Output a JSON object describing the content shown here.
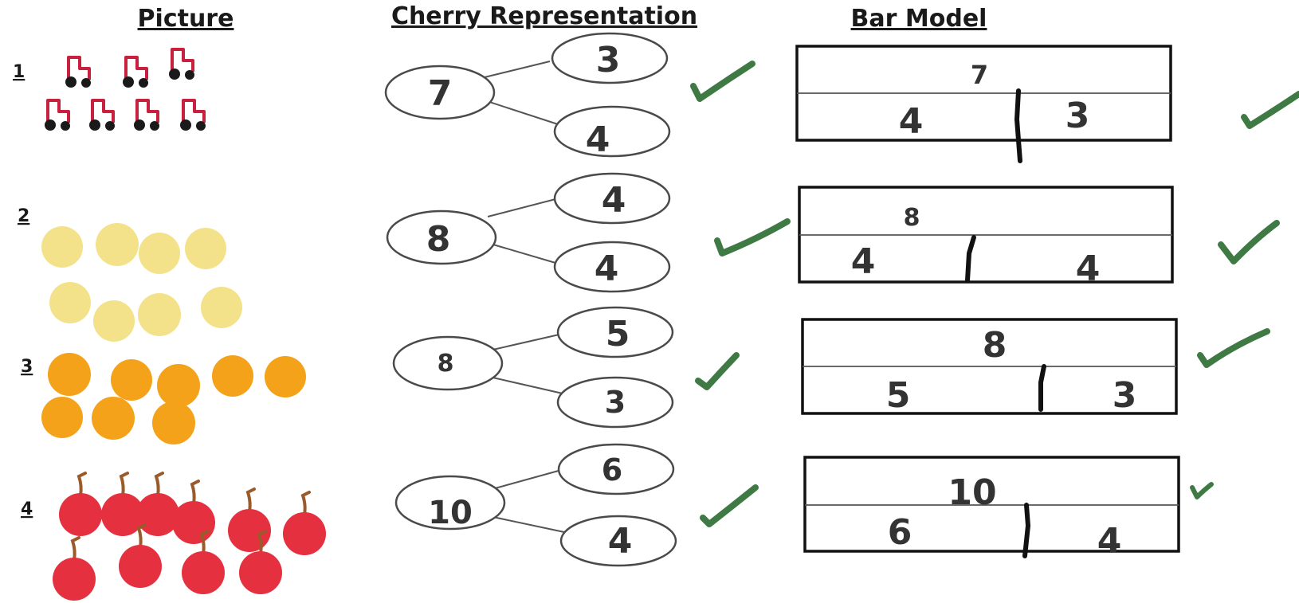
{
  "headers": {
    "picture": "Picture",
    "cherry": "Cherry Representation",
    "bar": "Bar Model"
  },
  "rows": [
    {
      "num": "1",
      "items": "trains",
      "count": 7,
      "whole": "7",
      "part_a": "3",
      "part_b": "4",
      "bar_total": "7",
      "bar_left": "4",
      "bar_right": "3"
    },
    {
      "num": "2",
      "items": "light-yellow-dots",
      "count": 8,
      "whole": "8",
      "part_a": "4",
      "part_b": "4",
      "bar_total": "8",
      "bar_left": "4",
      "bar_right": "4"
    },
    {
      "num": "3",
      "items": "orange-dots",
      "count": 8,
      "whole": "8",
      "part_a": "5",
      "part_b": "3",
      "bar_total": "8",
      "bar_left": "5",
      "bar_right": "3"
    },
    {
      "num": "4",
      "items": "red-cherries",
      "count": 10,
      "whole": "10",
      "part_a": "6",
      "part_b": "4",
      "bar_total": "10",
      "bar_left": "6",
      "bar_right": "4"
    }
  ],
  "colors": {
    "ink": "#1a1a1a",
    "check_green": "#3f7a45",
    "train_red": "#c8203f",
    "yellow_dot": "#f3e28a",
    "orange_dot": "#f5a21b",
    "cherry_red": "#e5303f",
    "cherry_stem": "#9a5a2a"
  },
  "marks": "check-icon"
}
